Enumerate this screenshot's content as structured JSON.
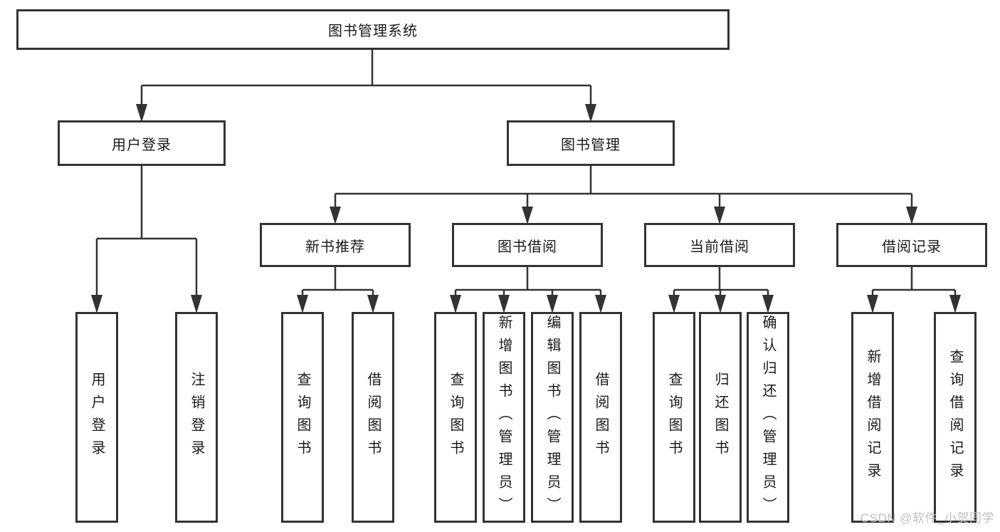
{
  "diagram": {
    "tree": {
      "label": "图书管理系统",
      "children": [
        {
          "label": "用户登录",
          "children": [
            {
              "label": "用户登录"
            },
            {
              "label": "注销登录"
            }
          ]
        },
        {
          "label": "图书管理",
          "children": [
            {
              "label": "新书推荐",
              "children": [
                {
                  "label": "查询图书"
                },
                {
                  "label": "借阅图书"
                }
              ]
            },
            {
              "label": "图书借阅",
              "children": [
                {
                  "label": "查询图书"
                },
                {
                  "label": "新增图书（管理员）"
                },
                {
                  "label": "编辑图书（管理员）"
                },
                {
                  "label": "借阅图书"
                }
              ]
            },
            {
              "label": "当前借阅",
              "children": [
                {
                  "label": "查询图书"
                },
                {
                  "label": "归还图书"
                },
                {
                  "label": "确认归还（管理员）"
                }
              ]
            },
            {
              "label": "借阅记录",
              "children": [
                {
                  "label": "新增借阅记录"
                },
                {
                  "label": "查询借阅记录"
                }
              ]
            }
          ]
        }
      ]
    },
    "watermark": "CSDN @软件_小贺同学",
    "colors": {
      "line": "#333333",
      "text": "#1a1a1a",
      "watermark": "#bfbfbf",
      "background": "#ffffff"
    }
  }
}
